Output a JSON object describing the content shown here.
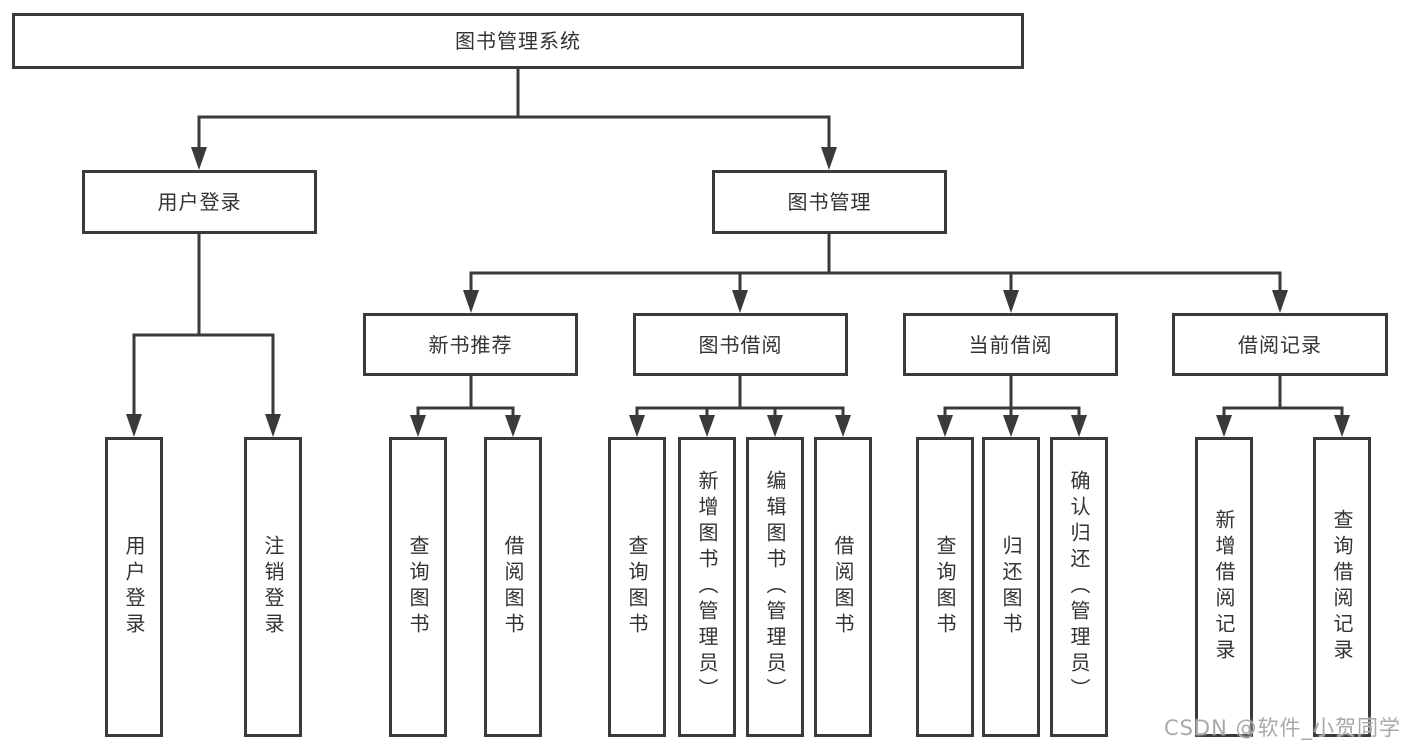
{
  "tree": {
    "root": {
      "label": "图书管理系统"
    },
    "branches": [
      {
        "label": "用户登录",
        "leaves": [
          {
            "label": "用户登录"
          },
          {
            "label": "注销登录"
          }
        ]
      },
      {
        "label": "图书管理",
        "groups": [
          {
            "label": "新书推荐",
            "leaves": [
              {
                "label": "查询图书"
              },
              {
                "label": "借阅图书"
              }
            ]
          },
          {
            "label": "图书借阅",
            "leaves": [
              {
                "label": "查询图书"
              },
              {
                "label": "新增图书（管理员）"
              },
              {
                "label": "编辑图书（管理员）"
              },
              {
                "label": "借阅图书"
              }
            ]
          },
          {
            "label": "当前借阅",
            "leaves": [
              {
                "label": "查询图书"
              },
              {
                "label": "归还图书"
              },
              {
                "label": "确认归还（管理员）"
              }
            ]
          },
          {
            "label": "借阅记录",
            "leaves": [
              {
                "label": "新增借阅记录"
              },
              {
                "label": "查询借阅记录"
              }
            ]
          }
        ]
      }
    ]
  },
  "watermark": {
    "text": "CSDN @软件_小贺同学"
  },
  "colors": {
    "line": "#3a3a3a",
    "text": "#333333",
    "watermark": "#a9a9a9",
    "background": "#ffffff"
  }
}
